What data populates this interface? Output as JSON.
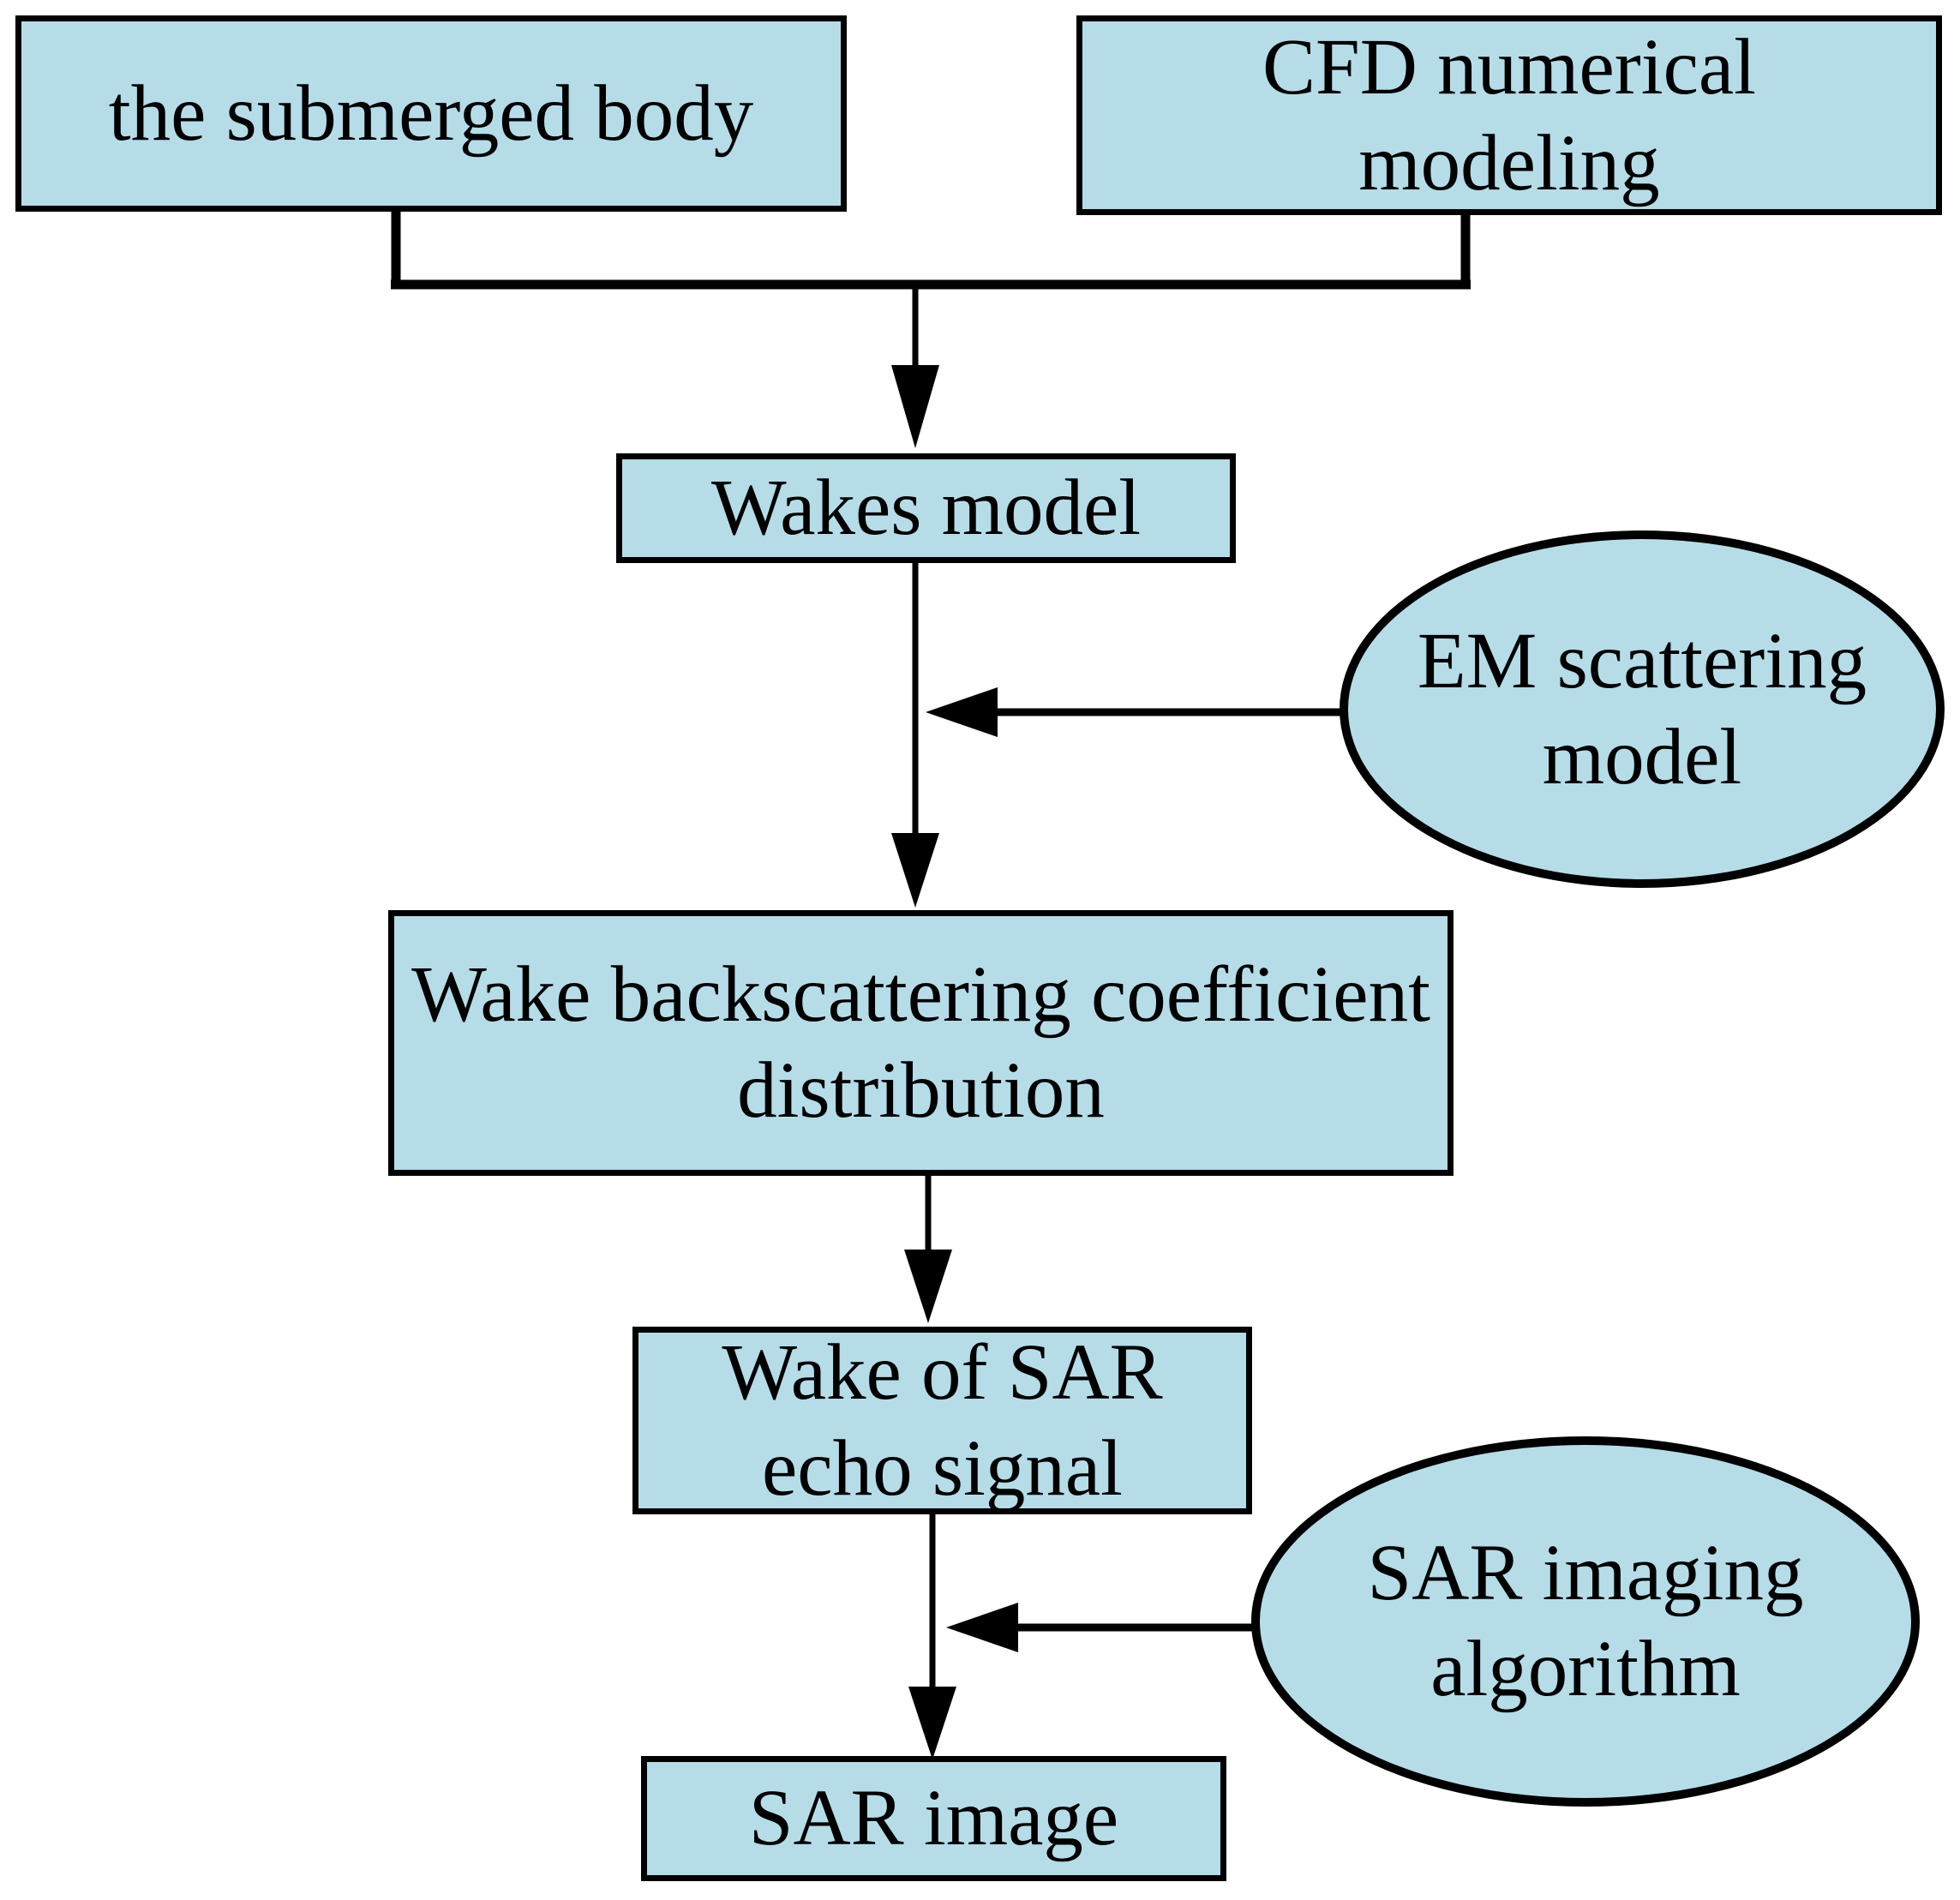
{
  "diagram": {
    "type": "flowchart",
    "colors": {
      "node_fill": "#b6dce8",
      "line": "#000000",
      "text": "#000000",
      "background": "#ffffff"
    },
    "nodes": {
      "submerged_body": {
        "shape": "rectangle",
        "label": "the submerged body"
      },
      "cfd_modeling": {
        "shape": "rectangle",
        "line1": "CFD numerical",
        "line2": "modeling"
      },
      "wakes_model": {
        "shape": "rectangle",
        "label": "Wakes model"
      },
      "em_scattering": {
        "shape": "ellipse",
        "line1": "EM scattering",
        "line2": "model"
      },
      "backscattering_distribution": {
        "shape": "rectangle",
        "line1": "Wake backscattering coefficient",
        "line2": "distribution"
      },
      "sar_echo_signal": {
        "shape": "rectangle",
        "line1": "Wake of SAR",
        "line2": "echo signal"
      },
      "sar_imaging_algorithm": {
        "shape": "ellipse",
        "line1": "SAR imaging",
        "line2": "algorithm"
      },
      "sar_image": {
        "shape": "rectangle",
        "label": "SAR image"
      }
    },
    "edges": [
      {
        "from": "submerged_body",
        "to": "wakes_model",
        "style": "merged-arrow"
      },
      {
        "from": "cfd_modeling",
        "to": "wakes_model",
        "style": "merged-arrow"
      },
      {
        "from": "wakes_model",
        "to": "backscattering_distribution",
        "style": "arrow"
      },
      {
        "from": "em_scattering",
        "to": "arrow(wakes_model->backscattering_distribution)",
        "style": "arrow"
      },
      {
        "from": "backscattering_distribution",
        "to": "sar_echo_signal",
        "style": "arrow"
      },
      {
        "from": "sar_echo_signal",
        "to": "sar_image",
        "style": "arrow"
      },
      {
        "from": "sar_imaging_algorithm",
        "to": "arrow(sar_echo_signal->sar_image)",
        "style": "arrow"
      }
    ]
  }
}
